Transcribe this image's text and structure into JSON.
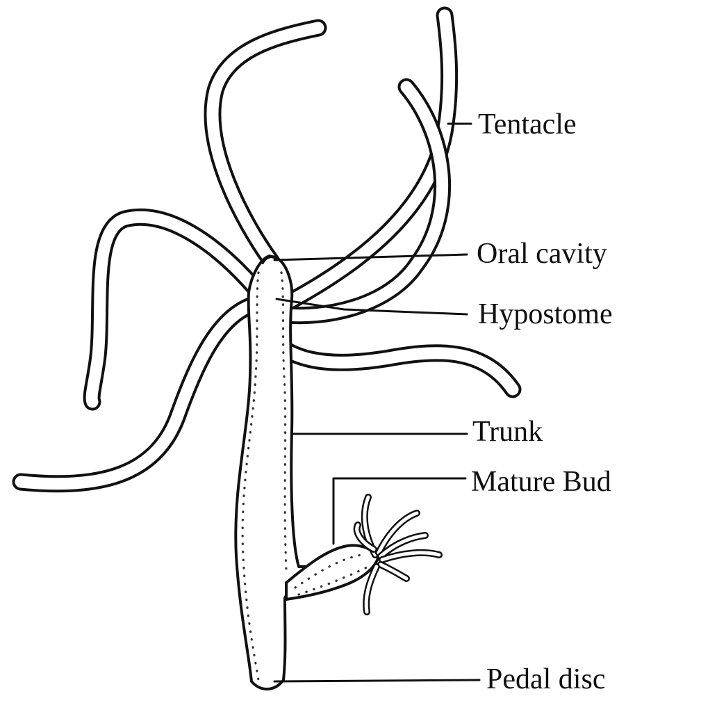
{
  "diagram": {
    "labels": {
      "tentacle": "Tentacle",
      "oral_cavity": "Oral cavity",
      "hypostome": "Hypostome",
      "trunk": "Trunk",
      "mature_bud": "Mature Bud",
      "pedal_disc": "Pedal disc"
    }
  }
}
